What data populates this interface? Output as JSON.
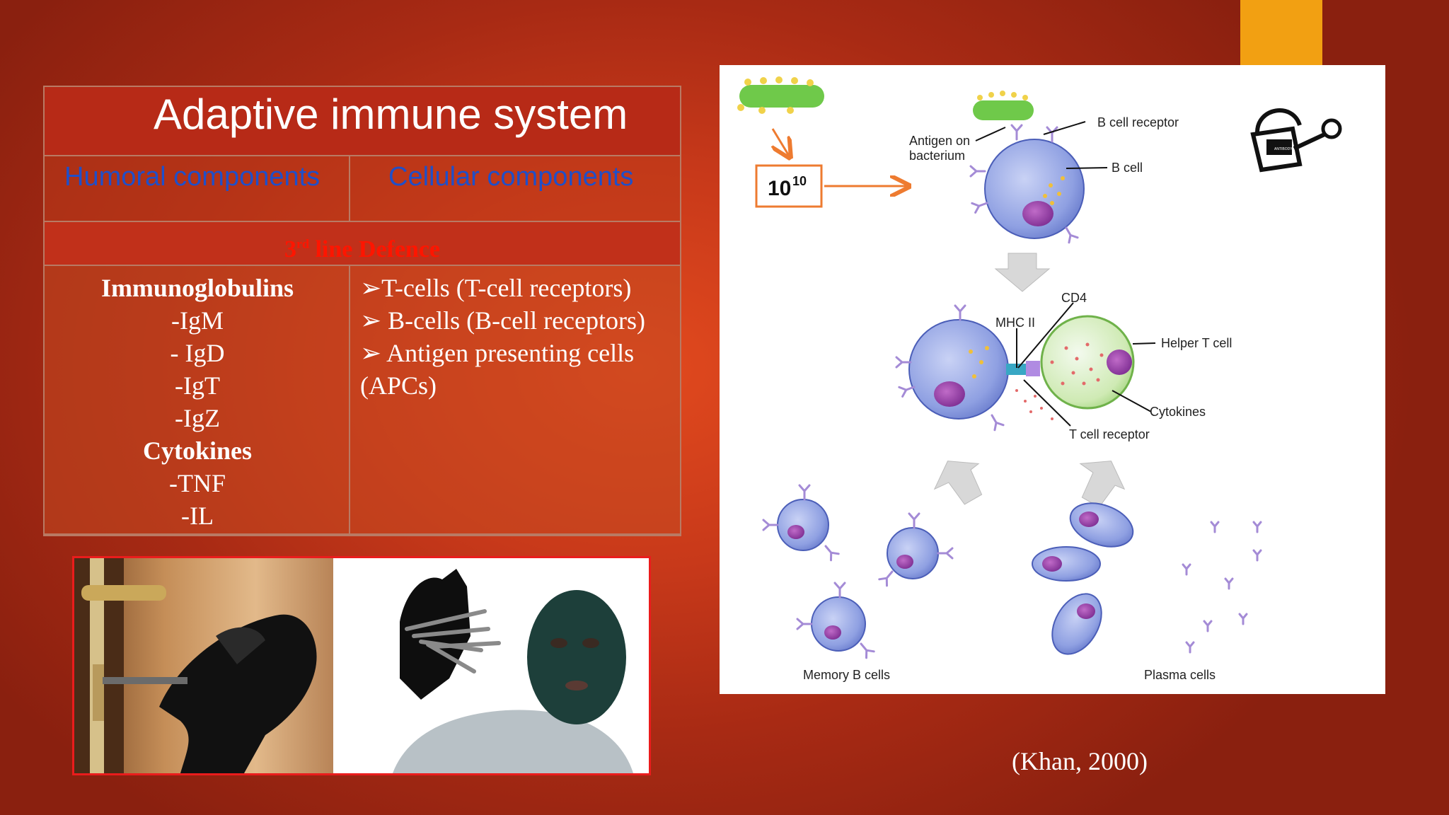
{
  "slide": {
    "title": "Adaptive immune system",
    "headers": {
      "humoral": "Humoral components",
      "cellular": "Cellular components"
    },
    "defence": {
      "num": "3",
      "sup": "rd",
      "rest": " line Defence"
    },
    "humoral_items": [
      {
        "text": "Immunoglobulins",
        "bold": true
      },
      {
        "text": "-IgM"
      },
      {
        "text": "- IgD"
      },
      {
        "text": "-IgT"
      },
      {
        "text": "-IgZ"
      },
      {
        "text": "Cytokines",
        "bold": true
      },
      {
        "text": "-TNF"
      },
      {
        "text": "-IL"
      }
    ],
    "cellular_items": [
      "➢T-cells (T-cell receptors)",
      "➢ B-cells (B-cell receptors)",
      "➢ Antigen presenting cells",
      "(APCs)"
    ],
    "citation": "(Khan, 2000)"
  },
  "diagram": {
    "count_base": "10",
    "count_exp": "10",
    "antigen_label_1": "Antigen on",
    "antigen_label_2": "bacterium",
    "b_cell_receptor": "B cell receptor",
    "b_cell": "B cell",
    "cd4": "CD4",
    "mhc": "MHC II",
    "helper_t": "Helper T cell",
    "cytokines": "Cytokines",
    "t_cell_receptor": "T cell receptor",
    "memory_b": "Memory B cells",
    "plasma": "Plasma cells"
  },
  "colors": {
    "accent": "#f2a012",
    "header_text": "#1f4fc9",
    "defence_text": "#ff1500",
    "photo_border": "#ea1c1c",
    "arrow": "#ee7b30"
  },
  "icons": [
    "lock-key-icon",
    "arrow-down-icon",
    "check-bullet-icon"
  ]
}
